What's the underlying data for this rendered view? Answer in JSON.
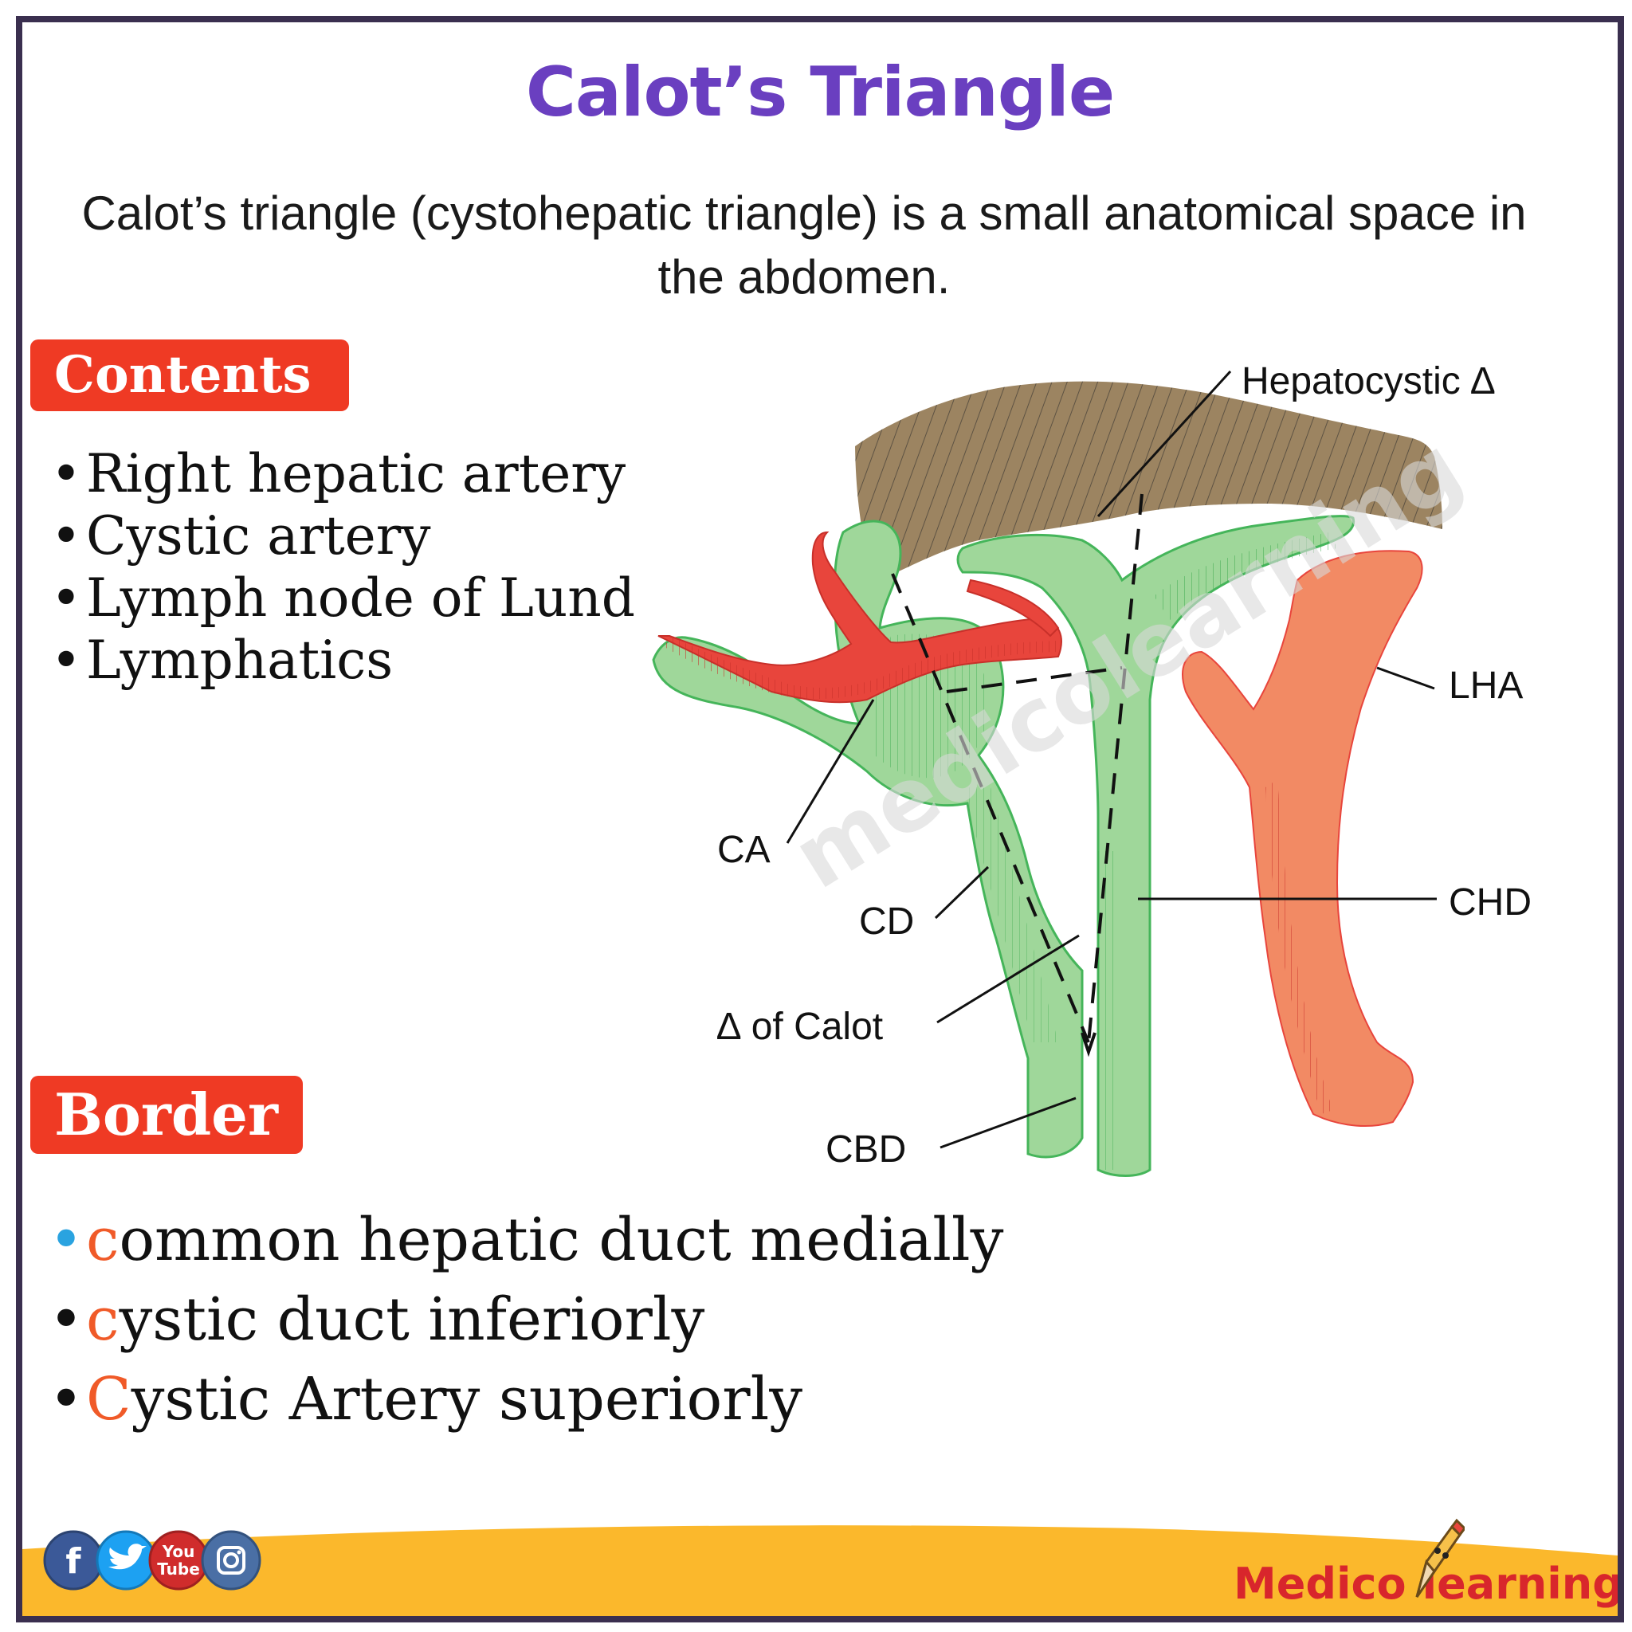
{
  "title": "Calot’s Triangle",
  "intro": "Calot’s triangle (cystohepatic triangle) is a small anatomical space in the abdomen.",
  "contents": {
    "heading": "Contents",
    "items": [
      "Right hepatic artery",
      "Cystic artery",
      "Lymph node of Lund",
      "Lymphatics"
    ]
  },
  "border": {
    "heading": "Border",
    "items": [
      {
        "first": "c",
        "rest": "ommon hepatic duct medially"
      },
      {
        "first": "c",
        "rest": "ystic duct inferiorly"
      },
      {
        "first": "C",
        "rest": "ystic Artery superiorly"
      }
    ]
  },
  "diagram": {
    "labels": {
      "hepatocystic": "Hepatocystic ∆",
      "lha": "LHA",
      "ca": "CA",
      "chd": "CHD",
      "cd": "CD",
      "calot": "∆ of Calot",
      "cbd": "CBD"
    },
    "watermark": "medicolearning"
  },
  "social": {
    "youtube_top": "You",
    "youtube_bottom": "Tube"
  },
  "brand": {
    "part1": "Medico",
    "part2": "learning"
  },
  "colors": {
    "title": "#6a3fc0",
    "pill": "#ef3a24",
    "liver": "#9c8461",
    "duct": "#9fd79a",
    "duct_outline": "#45b55a",
    "artery": "#e8453c",
    "hepatic_artery": "#f28a64",
    "footer": "#fbb82c"
  }
}
